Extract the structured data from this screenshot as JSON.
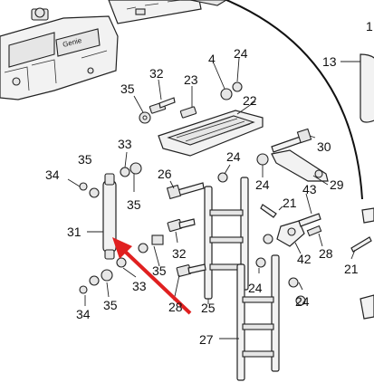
{
  "diagram": {
    "callouts": {
      "c1": "1",
      "c13": "13",
      "c4": "4",
      "c24a": "24",
      "c32a": "32",
      "c23": "23",
      "c35a": "35",
      "c22": "22",
      "c33a": "33",
      "c30": "30",
      "c35b": "35",
      "c34a": "34",
      "c35c": "35",
      "c26": "26",
      "c24b": "24",
      "c24c": "24",
      "c29": "29",
      "c21a": "21",
      "c43": "43",
      "c31": "31",
      "c32b": "32",
      "c35d": "35",
      "c28a": "28",
      "c42": "42",
      "c21b": "21",
      "c33b": "33",
      "c28b": "28",
      "c25": "25",
      "c24d": "24",
      "c24e": "24",
      "c34b": "34",
      "c35e": "35",
      "c27": "27"
    },
    "arrow_color": "#e02020",
    "line_color": "#222222",
    "icons": [
      "hex-bolt",
      "washer",
      "lock-nut",
      "ladder",
      "step-platform",
      "strut",
      "bracket"
    ]
  }
}
